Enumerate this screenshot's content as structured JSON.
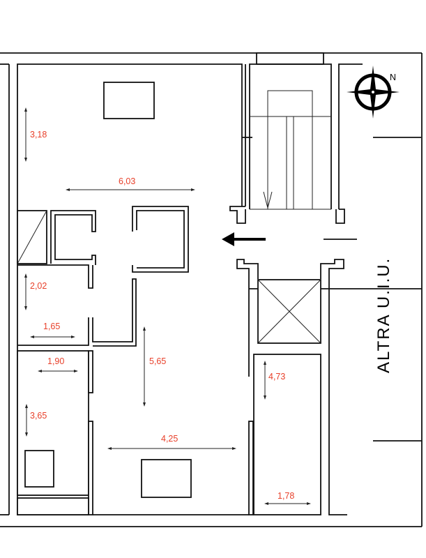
{
  "colors": {
    "dimension_text": "#e8402a",
    "walls": "#111111",
    "background": "#ffffff"
  },
  "compass": {
    "north_label": "N",
    "icon": "compass-rose-icon"
  },
  "neighbor_label": "ALTRA U.I.U.",
  "entrance_arrow": {
    "icon": "arrow-left-icon"
  },
  "dimensions": {
    "living_height": "3,18",
    "living_width": "6,03",
    "bath_height": "2,02",
    "bath_width": "1,65",
    "bedroom_width": "1,90",
    "bedroom_height": "3,65",
    "hall_height": "5,65",
    "room_width": "4,25",
    "side_room_height": "4,73",
    "side_room_width": "1,78"
  }
}
